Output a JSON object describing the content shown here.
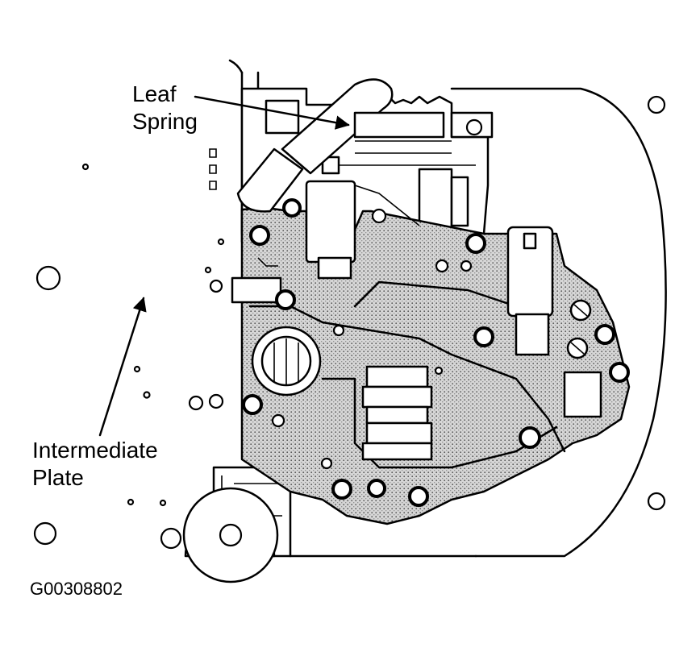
{
  "labels": {
    "leaf_spring": [
      "Leaf",
      "Spring"
    ],
    "intermediate_plate": [
      "Intermediate",
      "Plate"
    ]
  },
  "figure_id": "G00308802"
}
